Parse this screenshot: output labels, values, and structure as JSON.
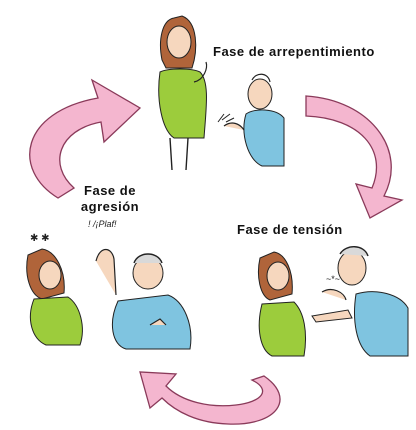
{
  "diagram": {
    "labels": {
      "repentance": "Fase de arrepentimiento",
      "aggression_line1": "Fase de",
      "aggression_line2": "agresión",
      "tension": "Fase de tensión"
    },
    "exclamation": "!  /¡Plaf!",
    "colors": {
      "arrow_fill": "#f4b6cf",
      "arrow_stroke": "#8a3a5a",
      "shirt_green": "#9ccc3c",
      "shirt_blue": "#7fc4e0",
      "hair_brown": "#b0643a",
      "skin": "#f6d7be",
      "ink": "#222222"
    },
    "icons": [
      "cycle-arrow",
      "woman-figure",
      "man-figure"
    ]
  }
}
